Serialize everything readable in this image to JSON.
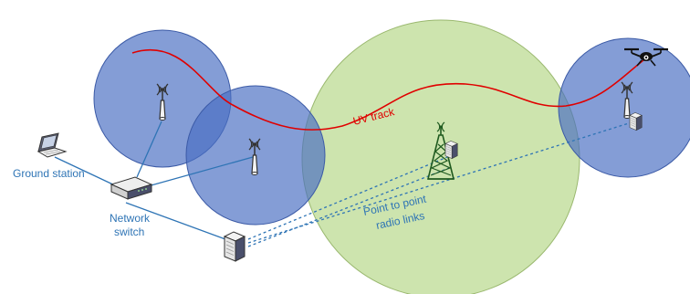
{
  "labels": {
    "ground_station": "Ground station",
    "network_switch_line1": "Network",
    "network_switch_line2": "switch",
    "uv_track": "UV track",
    "p2p_line1": "Point to point",
    "p2p_line2": "radio links"
  },
  "colors": {
    "blue_circle_fill": "#4a6fc2",
    "blue_circle_stroke": "#3b5aa6",
    "green_circle_fill": "#b8d98c",
    "green_circle_stroke": "#9ab86f",
    "track": "#e00000",
    "link": "#2e74b5",
    "label": "#2e74b5"
  },
  "icons": {
    "drone": "drone-icon",
    "antenna": "antenna-icon",
    "tower": "radio-tower-icon",
    "radio": "radio-unit-icon",
    "laptop": "laptop-icon",
    "switch": "network-switch-icon"
  }
}
